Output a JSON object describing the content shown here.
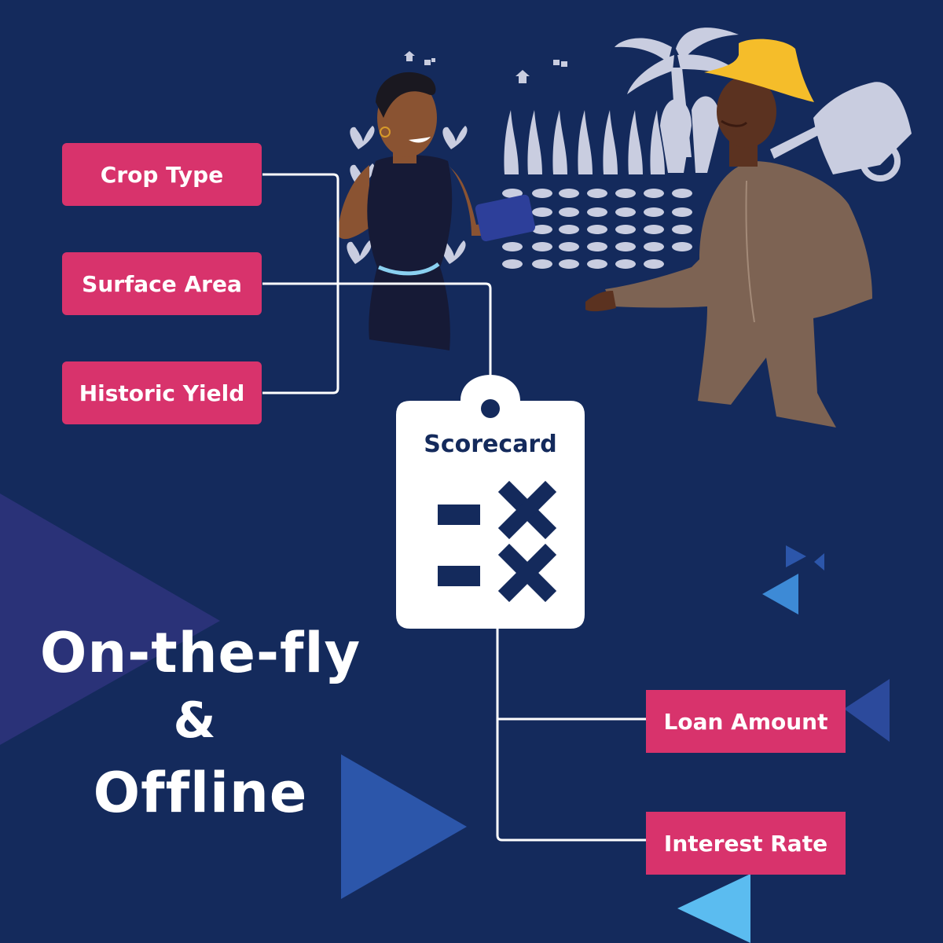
{
  "inputs": [
    {
      "label": "Crop Type"
    },
    {
      "label": "Surface Area"
    },
    {
      "label": "Historic Yield"
    }
  ],
  "scorecard": {
    "title": "Scorecard"
  },
  "outputs": [
    {
      "label": "Loan Amount"
    },
    {
      "label": "Interest Rate"
    }
  ],
  "headline": {
    "line1": "On-the-fly",
    "line2": "&",
    "line3": "Offline"
  },
  "colors": {
    "background": "#142a5c",
    "tag": "#d8336c",
    "card": "#ffffff",
    "connector": "#ffffff",
    "accent_blue": "#2c56aa",
    "accent_light": "#5bbcf0",
    "hat": "#f5bd2a",
    "plants": "#c9cde0"
  }
}
